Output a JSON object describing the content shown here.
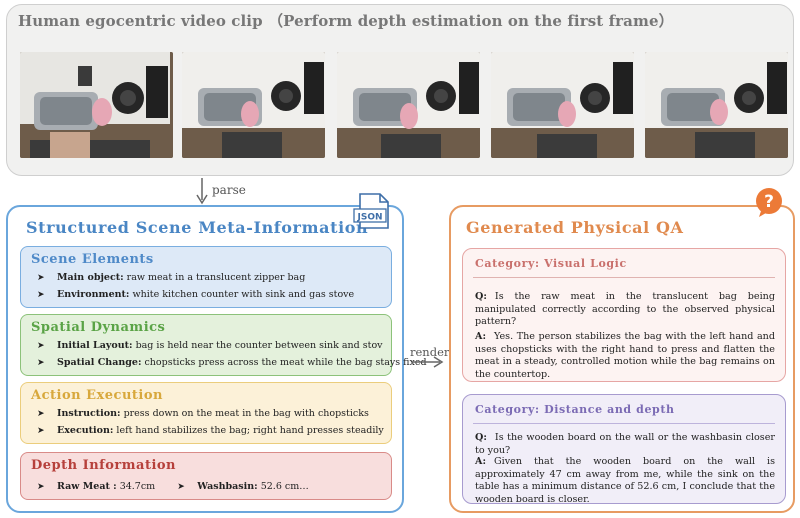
{
  "top": {
    "title": "Human egocentric video clip （Perform depth estimation on the first frame）",
    "frames": [
      "frame-1",
      "frame-2",
      "frame-3",
      "frame-4",
      "frame-5"
    ]
  },
  "arrows": {
    "parse_label": "parse",
    "render_label": "render"
  },
  "meta": {
    "title": "Structured Scene Meta-Information",
    "json_icon_label": "JSON",
    "sections": {
      "scene": {
        "title": "Scene Elements",
        "lines": [
          {
            "label": "Main object:",
            "text": "raw meat in a translucent zipper bag"
          },
          {
            "label": "Environment:",
            "text": "white kitchen counter with sink and gas stove"
          }
        ]
      },
      "spatial": {
        "title": "Spatial Dynamics",
        "lines": [
          {
            "label": "Initial Layout:",
            "text": "bag is held near the counter between sink and stov"
          },
          {
            "label": "Spatial Change:",
            "text": "chopsticks press across the meat while the bag stays fixed"
          }
        ]
      },
      "action": {
        "title": "Action Execution",
        "lines": [
          {
            "label": "Instruction:",
            "text": "press down on the meat in the bag with chopsticks"
          },
          {
            "label": "Execution:",
            "text": "left hand stabilizes the bag; right hand presses steadily"
          }
        ]
      },
      "depth": {
        "title": "Depth Information",
        "items": [
          {
            "label": "Raw Meat :",
            "text": "34.7cm"
          },
          {
            "label": "Washbasin:",
            "text": "52.6 cm…"
          }
        ]
      }
    }
  },
  "qa": {
    "title": "Generated Physical QA",
    "help_icon_label": "?",
    "q_label": "Q:",
    "a_label": "A:",
    "visual": {
      "category": "Category: Visual Logic",
      "question": "Is the raw meat in the translucent bag being manipulated correctly according to the observed physical pattern?",
      "answer": "Yes. The person stabilizes the bag with the left hand and uses chopsticks with the right hand to press and flatten the meat in a steady, controlled motion while the bag remains on the countertop."
    },
    "distance": {
      "category": "Category: Distance and depth",
      "question": "Is the wooden board on the wall or the washbasin closer to you?",
      "answer": "Given that the wooden board on the wall is approximately 47 cm away from me, while the sink on the table has a minimum distance of 52.6 cm, I conclude that the wooden board is closer."
    }
  },
  "colors": {
    "meta_accent": "#4a86c4",
    "qa_accent": "#e08a4e",
    "scene": "#4f8ac8",
    "spatial": "#5aa346",
    "action": "#d8a83c",
    "depth": "#b6403b",
    "visual_logic": "#c9706c",
    "distance_depth": "#7b6bb4"
  }
}
